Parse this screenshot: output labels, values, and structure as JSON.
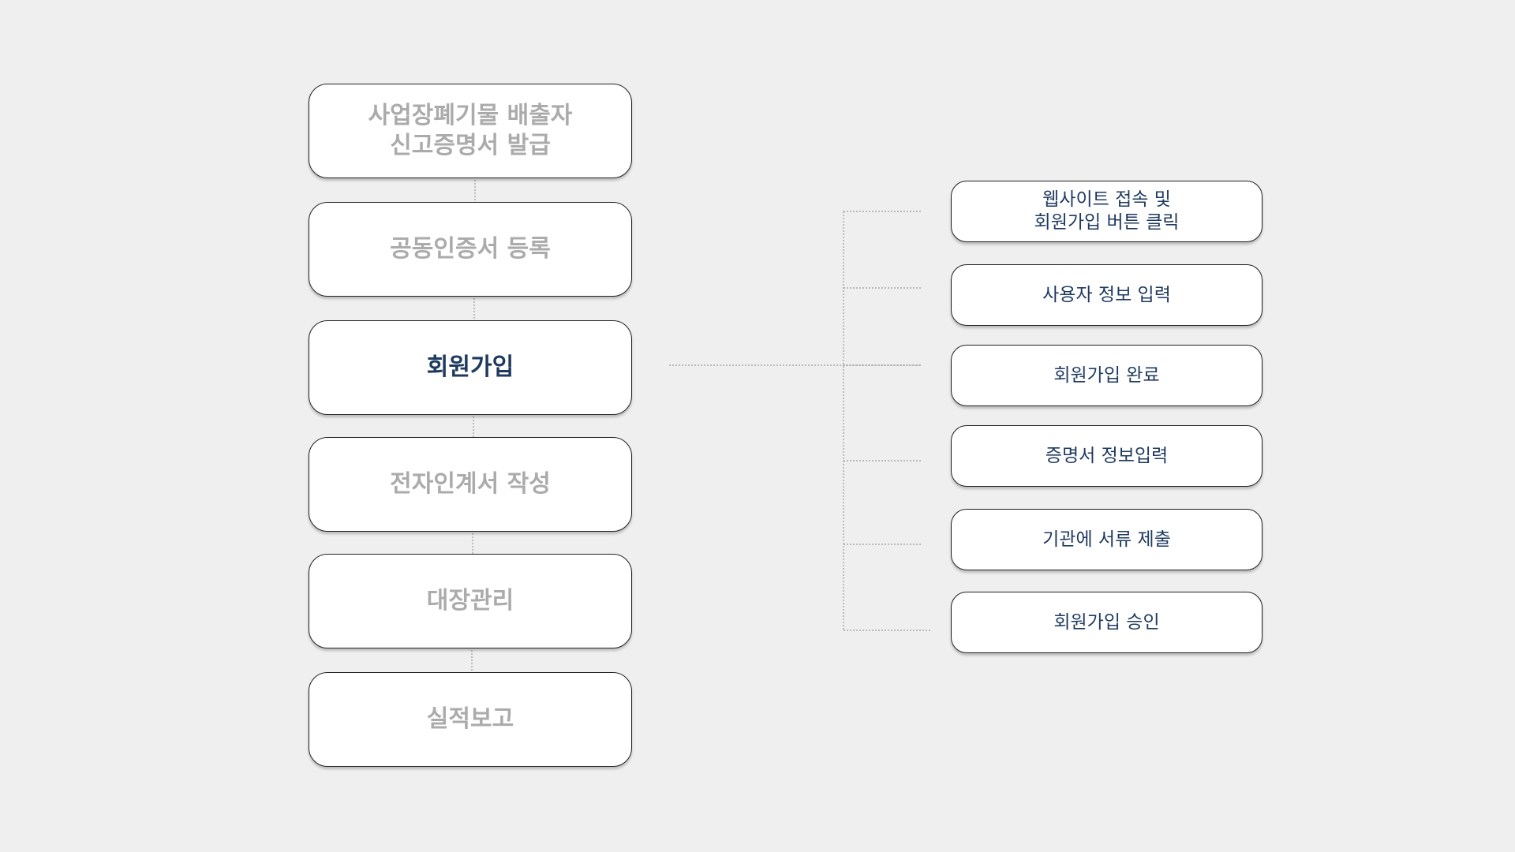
{
  "main_steps": [
    {
      "label": "사업장폐기물 배출자\n신고증명서 발급",
      "active": false
    },
    {
      "label": "공동인증서 등록",
      "active": false
    },
    {
      "label": "회원가입",
      "active": true
    },
    {
      "label": "전자인계서 작성",
      "active": false
    },
    {
      "label": "대장관리",
      "active": false
    },
    {
      "label": "실적보고",
      "active": false
    }
  ],
  "sub_steps": [
    {
      "label": "웹사이트 접속 및\n회원가입 버튼 클릭"
    },
    {
      "label": "사용자 정보 입력"
    },
    {
      "label": "회원가입 완료"
    },
    {
      "label": "증명서 정보입력"
    },
    {
      "label": "기관에 서류 제출"
    },
    {
      "label": "회원가입 승인"
    }
  ],
  "colors": {
    "background": "#efefef",
    "active_text": "#1f3a5f",
    "inactive_text": "#ababab",
    "sub_text": "#1f3a5f",
    "connector": "#9a9a9a"
  }
}
